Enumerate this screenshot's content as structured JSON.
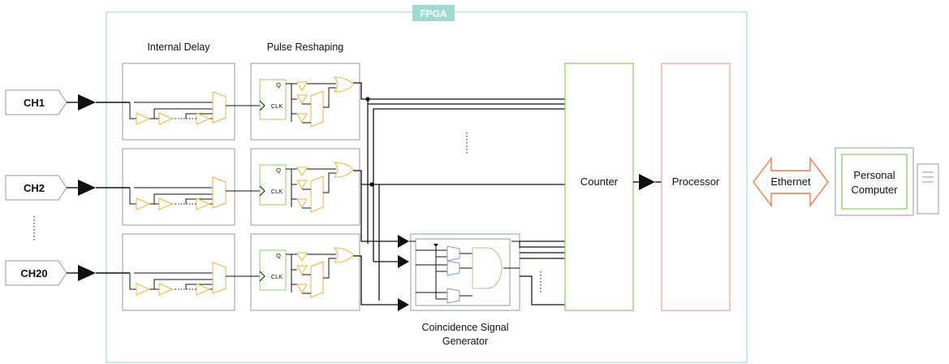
{
  "fpga_label": "FPGA",
  "colors": {
    "fpga_border": "#a8d8d3",
    "fpga_tab": "#9fd9d2",
    "counter_border": "#8fd16a",
    "processor_border": "#f2a898",
    "ethernet": "#ef7a4b",
    "gate": "#f0b23a",
    "coincidence_gate": "#7f93d6",
    "coincidence_border": "#9aa8d8",
    "wire": "#111111",
    "flipflop_border": "#8fd16a"
  },
  "headers": {
    "internal_delay": "Internal Delay",
    "pulse_reshaping": "Pulse Reshaping"
  },
  "channels": [
    {
      "label": "CH1"
    },
    {
      "label": "CH2"
    },
    {
      "label": "CH20"
    }
  ],
  "flipflop": {
    "q_label": "Q",
    "clk_label": "CLK"
  },
  "counter_label": "Counter",
  "processor_label": "Processor",
  "ethernet_label": "Ethernet",
  "pc_label_line1": "Personal",
  "pc_label_line2": "Computer",
  "coincidence_line1": "Coincidence Signal",
  "coincidence_line2": "Generator"
}
